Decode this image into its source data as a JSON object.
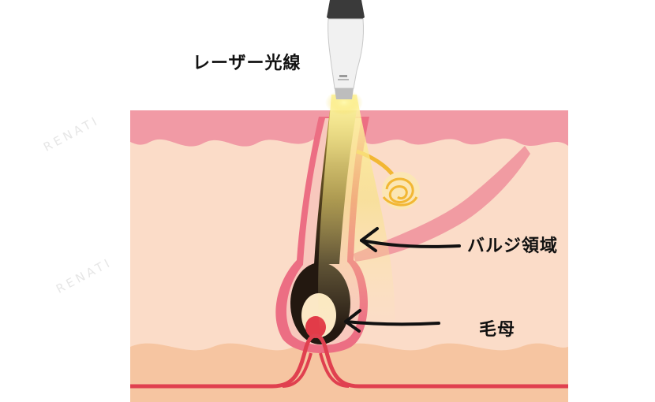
{
  "labels": {
    "laser": "レーザー光線",
    "bulge": "バルジ領域",
    "papilla": "毛母"
  },
  "watermark": {
    "text": "RENATI"
  },
  "colors": {
    "epidermis": "#f19aa5",
    "dermis": "#fbdcc8",
    "subcutis": "#f6c5a1",
    "hair": "#2a1d12",
    "laser_glow": "#f4e06a",
    "sebaceous": "#f2b733",
    "vessel": "#e0404f",
    "muscle": "#ef8f9b"
  }
}
